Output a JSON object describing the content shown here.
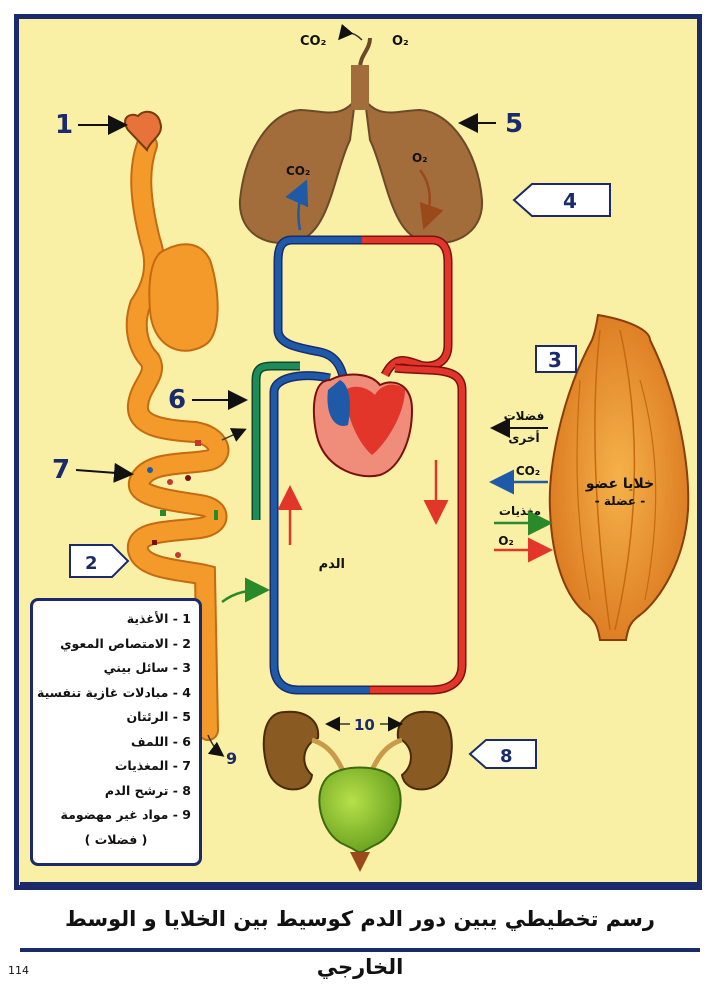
{
  "labels": {
    "n1": "1",
    "n2": "2",
    "n3": "3",
    "n4": "4",
    "n5": "5",
    "n6": "6",
    "n7": "7",
    "n8": "8",
    "n9": "9",
    "n10": "10"
  },
  "gases": {
    "co2_top": "CO₂",
    "o2_top": "O₂",
    "co2_lung": "CO₂",
    "o2_lung": "O₂",
    "co2_muscle": "CO₂",
    "o2_muscle": "O₂"
  },
  "muscle": {
    "title": "خلايا عضو",
    "subtitle": "- عضلة -",
    "waste_line1": "فضلات",
    "waste_line2": "أخرى",
    "nutrients": "مغذيات"
  },
  "blood_label": "الدم",
  "legend": {
    "items": [
      "1 - الأغذية",
      "2 - الامتصاص المعوي",
      "3 - سائل بيني",
      "4 - مبادلات غازية تنفسية",
      "5 - الرئتان",
      "6 - اللمف",
      "7 - المغذيات",
      "8 - ترشح الدم",
      "9 - مواد غير مهضومة"
    ],
    "subnote": "( فضلات )"
  },
  "caption": "رسم تخطيطي يبين دور الدم كوسيط بين الخلايا و الوسط الخارجي",
  "page_number": "114",
  "colors": {
    "background": "#f9f0a6",
    "frame": "#1b2a6b",
    "artery": "#e2362b",
    "vein": "#1e5aa8",
    "lymph": "#1f8a5a",
    "digestive": "#f39a2b",
    "lung": "#a36c3b",
    "kidney": "#8a5a23",
    "bladder": "#7fbf2a"
  }
}
